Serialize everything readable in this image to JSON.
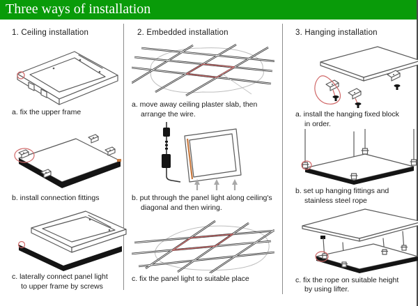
{
  "header": {
    "title": "Three ways of installation"
  },
  "colors": {
    "header_bg": "#099b09",
    "header_text": "#ffffff",
    "divider": "#8c8c8c",
    "frame_border": "#4a4a4a",
    "line_art": "#5a5a5a",
    "dark_edge": "#141414",
    "highlight_red": "#d06868",
    "grid_line": "#2e2e2e",
    "arrow_gray": "#a8a8a8",
    "accent_orange": "#c8793f",
    "text": "#1a1a1a"
  },
  "columns": [
    {
      "heading": "1. Ceiling installation",
      "steps": [
        {
          "caption": "a. fix the upper frame",
          "figure": "upper-frame"
        },
        {
          "caption": "b. install connection fittings",
          "figure": "panel-with-connection-fittings"
        },
        {
          "caption": "c. laterally connect panel light\nto upper frame by screws",
          "figure": "frame-stacked-on-panel"
        }
      ]
    },
    {
      "heading": "2. Embedded installation",
      "steps": [
        {
          "caption": "a. move away ceiling plaster slab, then\narrange the wire.",
          "figure": "ceiling-grid-with-wire-pointer"
        },
        {
          "caption": "b. put through the panel light along ceiling's\ndiagonal and then wiring.",
          "figure": "panel-through-diagonal-with-wire"
        },
        {
          "caption": "c. fix the panel light to suitable place",
          "figure": "ceiling-grid-fix-place"
        }
      ]
    },
    {
      "heading": "3. Hanging installation",
      "steps": [
        {
          "caption": "a. install the hanging fixed block\nin order.",
          "figure": "panel-with-hanging-blocks"
        },
        {
          "caption": "b. set up hanging fittings and\nstainless steel rope",
          "figure": "panel-on-steel-ropes"
        },
        {
          "caption": "c. fix the rope on suitable height\nby using lifter.",
          "figure": "rope-height-with-lifter"
        }
      ]
    }
  ]
}
